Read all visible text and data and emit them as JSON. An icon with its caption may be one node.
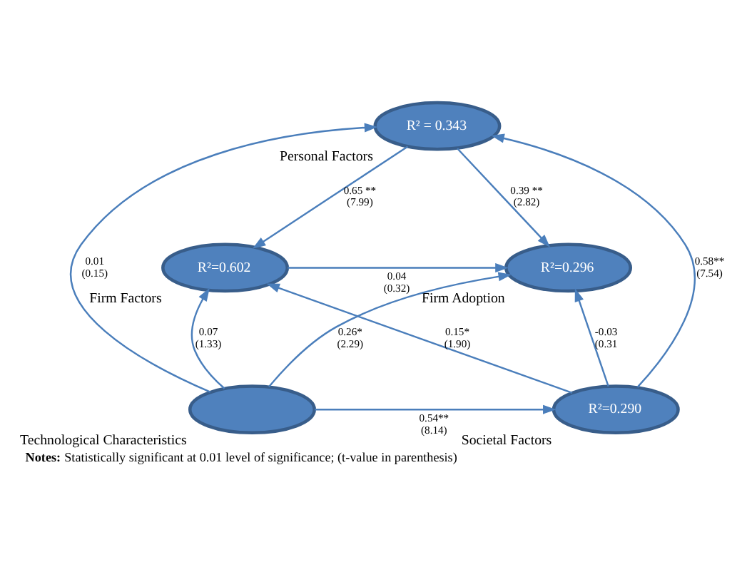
{
  "diagram": {
    "caption": "**Notes:** Statistically significant at 0.01 level of significance; (t-value in parenthesis)",
    "nodes": [
      {
        "text": [
          "R² = 0.343"
        ],
        "beside": [
          "Personal Factors"
        ]
      },
      {
        "text": [
          "R²=0.602"
        ],
        "beside": [
          "Firm Factors"
        ]
      },
      {
        "text": [
          "R²=0.296"
        ],
        "beside": [
          "Firm Adoption"
        ]
      },
      {
        "text": [],
        "shape": "ellipse",
        "beside": [
          "Technological Characteristics"
        ]
      },
      {
        "text": [
          "R²=0.290"
        ],
        "beside": [
          "Societal Factors"
        ]
      }
    ],
    "edges": [
      {
        "from": 0,
        "to": 1,
        "arrow": "to",
        "label": "0.65 ** (7.99)"
      },
      {
        "from": 0,
        "to": 2,
        "arrow": "to",
        "label": "0.39 ** (2.82)"
      },
      {
        "from": 1,
        "to": 2,
        "arrow": "to",
        "label": "0.04 (0.32)"
      },
      {
        "from": 3,
        "to": 0,
        "arrow": "to",
        "label": "0.01 (0.15)"
      },
      {
        "from": 4,
        "to": 0,
        "arrow": "to",
        "label": "0.58** (7.54)"
      },
      {
        "from": 3,
        "to": 1,
        "arrow": "to",
        "label": "0.07 (1.33)"
      },
      {
        "from": 4,
        "to": 1,
        "arrow": "to",
        "label": "0.15* (1.90)"
      },
      {
        "from": 3,
        "to": 2,
        "arrow": "to",
        "label": "0.26* (2.29)"
      },
      {
        "from": 3,
        "to": 4,
        "arrow": "to",
        "label": "0.54** (8.14)"
      },
      {
        "from": 4,
        "to": 2,
        "arrow": "to",
        "label": "-0.03 (0.31"
      }
    ]
  }
}
